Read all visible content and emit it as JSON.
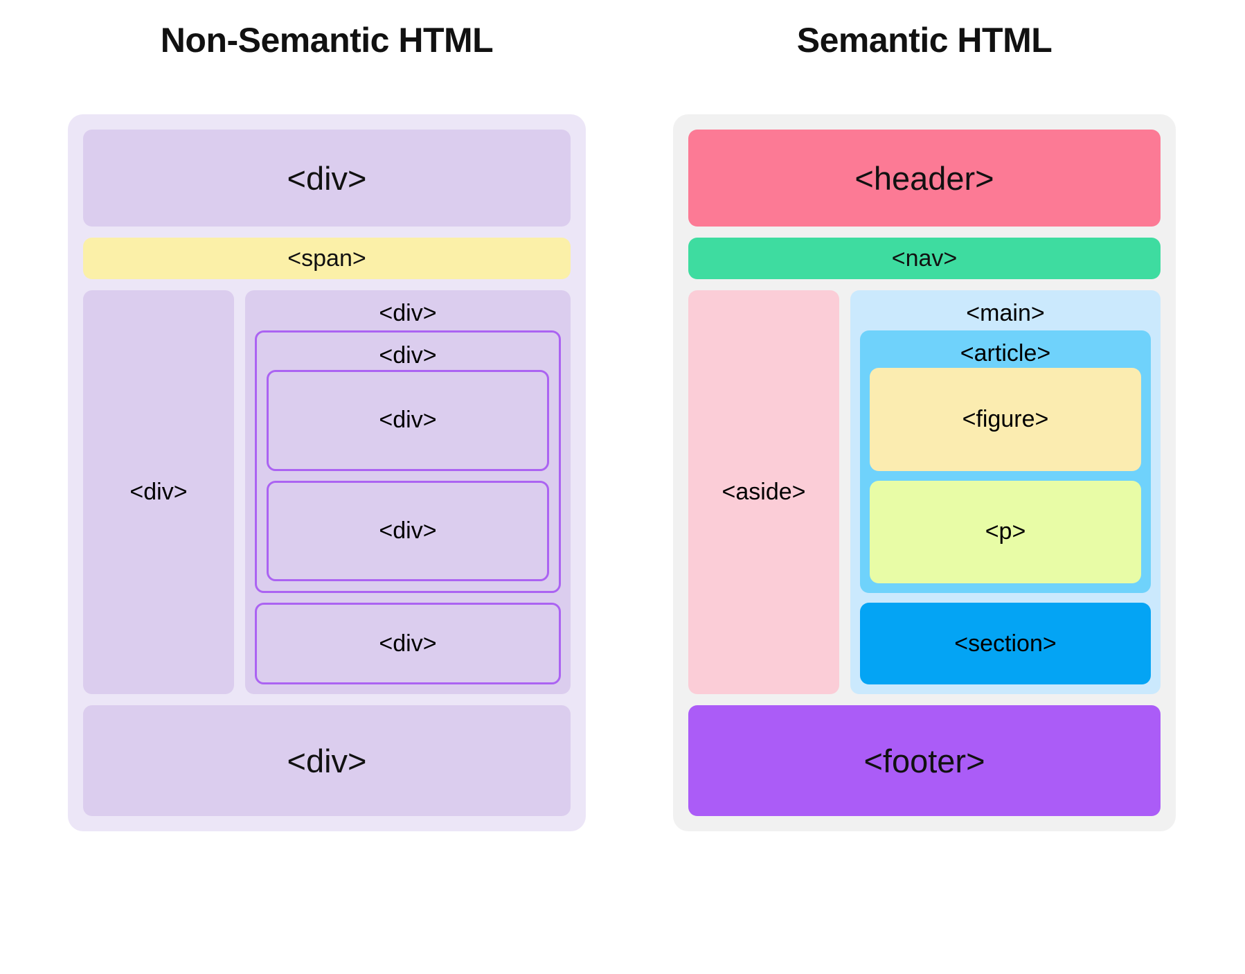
{
  "titles": {
    "left": "Non-Semantic HTML",
    "right": "Semantic HTML"
  },
  "colors": {
    "page_background": "#ffffff",
    "left_panel_background": "#ece6f7",
    "right_panel_background": "#f1f1f1",
    "lavender_block": "#dbcdee",
    "nested_outline": "#ab63f2",
    "span_yellow": "#fbf0a8",
    "header_pink": "#fc7a95",
    "nav_green": "#3edca0",
    "aside_pink": "#fbcdd7",
    "main_lightblue": "#cbe9fd",
    "article_skyblue": "#6fd2fb",
    "figure_yellow": "#fbecb0",
    "paragraph_lime": "#e8fca6",
    "section_blue": "#04a4f4",
    "footer_purple": "#ab5cf7",
    "text": "#111111"
  },
  "left_panel": {
    "top_div": "<div>",
    "span": "<span>",
    "aside_div": "<div>",
    "main_div": "<div>",
    "nested_div_1": "<div>",
    "nested_leaf_1": "<div>",
    "nested_leaf_2": "<div>",
    "sibling_div": "<div>",
    "bottom_div": "<div>"
  },
  "right_panel": {
    "header": "<header>",
    "nav": "<nav>",
    "aside": "<aside>",
    "main": "<main>",
    "article": "<article>",
    "figure": "<figure>",
    "paragraph": "<p>",
    "section": "<section>",
    "footer": "<footer>"
  }
}
